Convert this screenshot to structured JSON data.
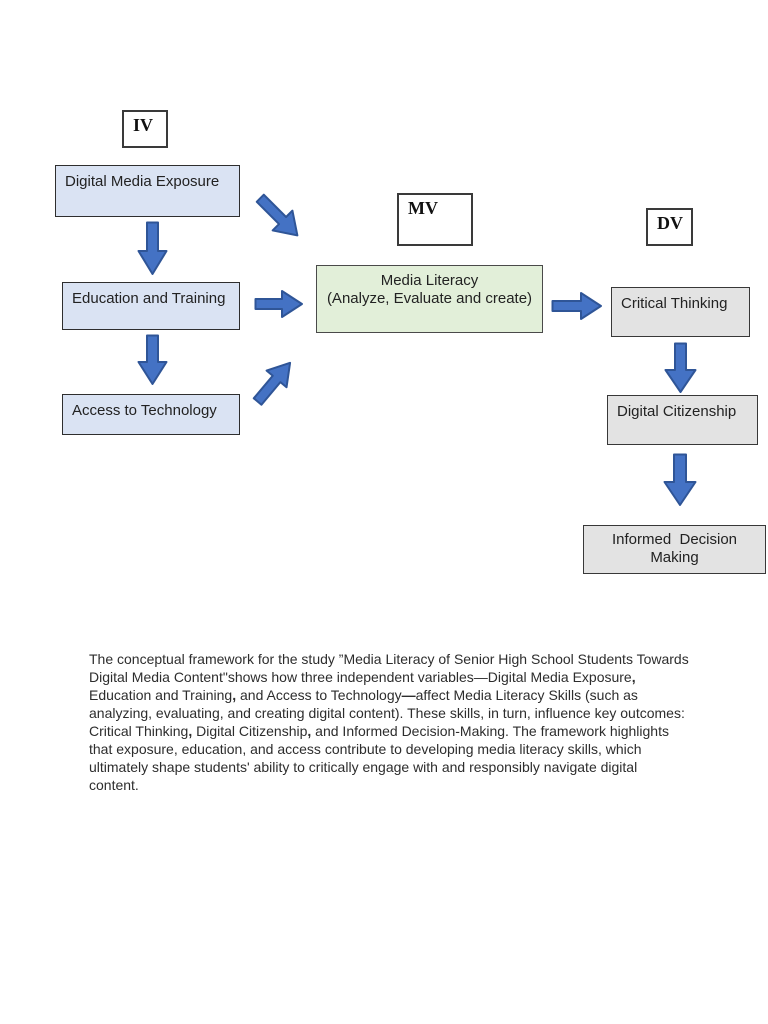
{
  "diagram": {
    "tags": {
      "iv": "IV",
      "mv": "MV",
      "dv": "DV"
    },
    "boxes": {
      "digital_media_exposure": "Digital Media Exposure",
      "education_and_training": "Education and Training",
      "access_to_technology": "Access to Technology",
      "media_literacy": "Media Literacy\n(Analyze, Evaluate and create)",
      "critical_thinking": "Critical Thinking",
      "digital_citizenship": "Digital Citizenship",
      "informed_decision_making": "Informed  Decision\nMaking"
    },
    "colors": {
      "independent_box_fill": "#dae3f3",
      "mediator_box_fill": "#e2efd9",
      "dependent_box_fill": "#e3e3e3",
      "tag_box_fill": "#ffffff",
      "box_border": "#2e2e2e",
      "arrow_fill": "#4472c4",
      "arrow_stroke": "#2f5597"
    },
    "arrows": [
      "digital-media-exposure to education-and-training",
      "digital-media-exposure to media-literacy",
      "education-and-training to media-literacy",
      "education-and-training to access-to-technology",
      "access-to-technology to media-literacy",
      "media-literacy to critical-thinking",
      "critical-thinking to digital-citizenship",
      "digital-citizenship to informed-decision-making"
    ]
  },
  "caption": {
    "runs": [
      {
        "text": "The conceptual framework for the study ”Media Literacy of Senior High School Students Towards Digital Media Content\"shows how three independent variables—Digital Media Exposure",
        "bold": false
      },
      {
        "text": ",",
        "bold": true
      },
      {
        "text": " Education and Training",
        "bold": false
      },
      {
        "text": ",",
        "bold": true
      },
      {
        "text": " and Access to Technology",
        "bold": false
      },
      {
        "text": "—",
        "bold": true
      },
      {
        "text": "affect Media Literacy Skills (such as analyzing, evaluating, and creating digital content). These skills, in turn, influence key outcomes: Critical Thinking",
        "bold": false
      },
      {
        "text": ",",
        "bold": true
      },
      {
        "text": " Digital Citizenship",
        "bold": false
      },
      {
        "text": ",",
        "bold": true
      },
      {
        "text": " and Informed Decision-Making. The framework highlights that exposure, education, and access contribute to developing media literacy skills, which ultimately shape students' ability to critically engage with and responsibly navigate digital content.",
        "bold": false
      }
    ]
  }
}
